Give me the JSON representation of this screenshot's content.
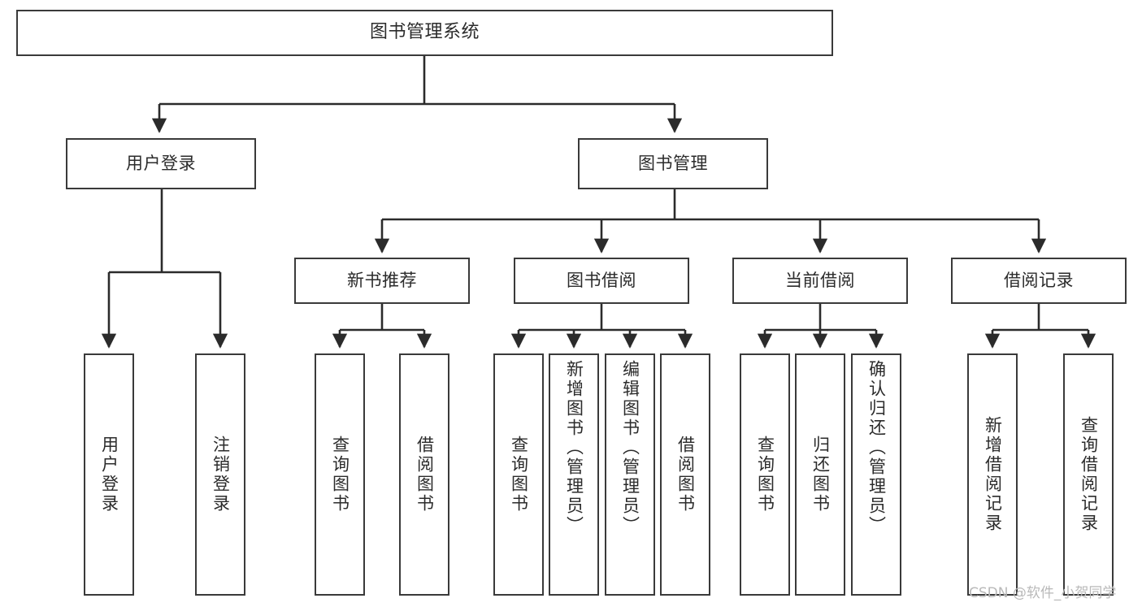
{
  "diagram": {
    "type": "tree",
    "title": "图书管理系统",
    "nodes": {
      "root": {
        "label": "图书管理系统"
      },
      "level2": [
        {
          "id": "user-login",
          "label": "用户登录"
        },
        {
          "id": "book-management",
          "label": "图书管理"
        }
      ],
      "level3": [
        {
          "id": "new-book-recommend",
          "label": "新书推荐"
        },
        {
          "id": "book-borrow",
          "label": "图书借阅"
        },
        {
          "id": "current-borrow",
          "label": "当前借阅"
        },
        {
          "id": "borrow-record",
          "label": "借阅记录"
        }
      ],
      "leaves": {
        "user_login": [
          {
            "id": "leaf-user-login",
            "label": "用户登录"
          },
          {
            "id": "leaf-logout-login",
            "label": "注销登录"
          }
        ],
        "new_book_recommend": [
          {
            "id": "leaf-query-book-1",
            "label": "查询图书"
          },
          {
            "id": "leaf-borrow-book-1",
            "label": "借阅图书"
          }
        ],
        "book_borrow": [
          {
            "id": "leaf-query-book-2",
            "label": "查询图书"
          },
          {
            "id": "leaf-add-book",
            "label": "新增图书（管理员）"
          },
          {
            "id": "leaf-edit-book",
            "label": "编辑图书（管理员）"
          },
          {
            "id": "leaf-borrow-book-2",
            "label": "借阅图书"
          }
        ],
        "current_borrow": [
          {
            "id": "leaf-query-book-3",
            "label": "查询图书"
          },
          {
            "id": "leaf-return-book",
            "label": "归还图书"
          },
          {
            "id": "leaf-confirm-return",
            "label": "确认归还（管理员）"
          }
        ],
        "borrow_record": [
          {
            "id": "leaf-add-record",
            "label": "新增借阅记录"
          },
          {
            "id": "leaf-query-record",
            "label": "查询借阅记录"
          }
        ]
      }
    },
    "colors": {
      "box_border": "#3a3a3a",
      "box_fill": "#ffffff",
      "edge": "#2b2b2b",
      "text": "#2b2b2b",
      "background": "#ffffff",
      "watermark": "#b9b9b9"
    }
  },
  "watermark": {
    "text": "CSDN @软件_小贺同学"
  }
}
